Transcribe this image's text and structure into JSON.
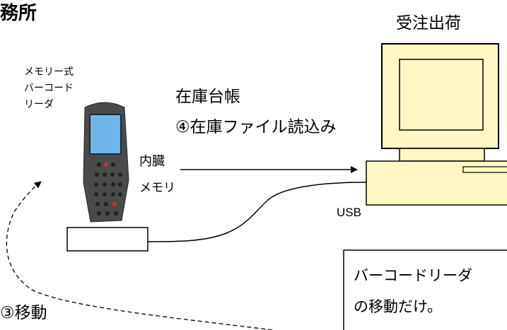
{
  "header": {
    "office_fragment": "務所",
    "receiving_label": "受注出荷"
  },
  "reader": {
    "caption_line1": "メモリー式",
    "caption_line2": "バーコード",
    "caption_line3": "リーダ"
  },
  "ledger": {
    "title": "在庫台帳",
    "step4": "④在庫ファイル読込み"
  },
  "memory": {
    "line1": "内臓",
    "line2": "メモリ"
  },
  "connection": {
    "usb_label": "USB"
  },
  "move": {
    "step3": "③移動"
  },
  "note": {
    "line1": "バーコードリーダ",
    "line2": "の移動だけ。"
  },
  "colors": {
    "pc_fill": "#fff7c2",
    "device_body": "#4a4a4a",
    "screen": "#6fb6ea",
    "key_red": "#c0392b"
  }
}
